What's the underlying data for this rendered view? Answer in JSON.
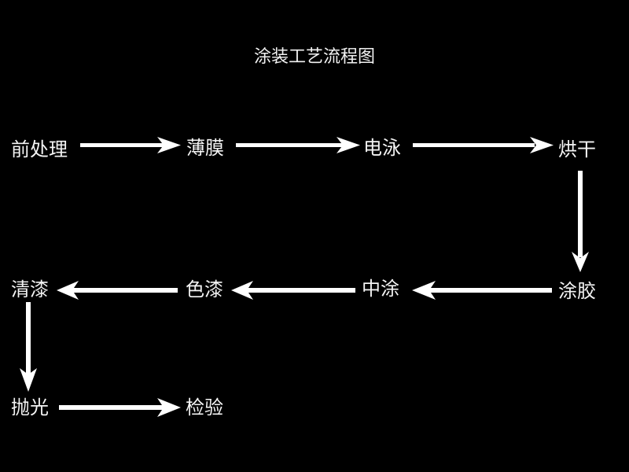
{
  "title": "涂装工艺流程图",
  "colors": {
    "background": "#000000",
    "foreground": "#ffffff"
  },
  "steps": [
    {
      "id": "pretreatment",
      "label": "前处理"
    },
    {
      "id": "thin-film",
      "label": "薄膜"
    },
    {
      "id": "electrophoresis",
      "label": "电泳"
    },
    {
      "id": "drying",
      "label": "烘干"
    },
    {
      "id": "glue-coating",
      "label": "涂胶"
    },
    {
      "id": "middle-coat",
      "label": "中涂"
    },
    {
      "id": "color-paint",
      "label": "色漆"
    },
    {
      "id": "clear-coat",
      "label": "清漆"
    },
    {
      "id": "polishing",
      "label": "抛光"
    },
    {
      "id": "inspection",
      "label": "检验"
    }
  ],
  "edges": [
    {
      "from": "前处理",
      "to": "薄膜"
    },
    {
      "from": "薄膜",
      "to": "电泳"
    },
    {
      "from": "电泳",
      "to": "烘干"
    },
    {
      "from": "烘干",
      "to": "涂胶"
    },
    {
      "from": "涂胶",
      "to": "中涂"
    },
    {
      "from": "中涂",
      "to": "色漆"
    },
    {
      "from": "色漆",
      "to": "清漆"
    },
    {
      "from": "清漆",
      "to": "抛光"
    },
    {
      "from": "抛光",
      "to": "检验"
    }
  ]
}
